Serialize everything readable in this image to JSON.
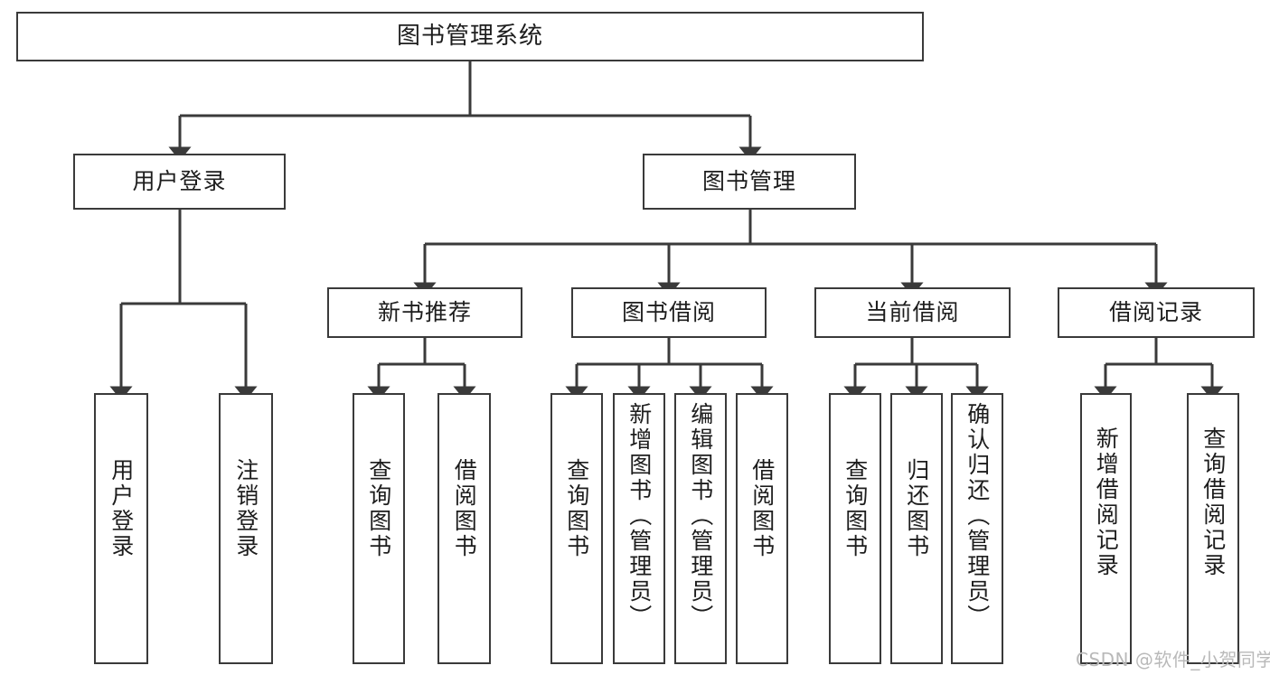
{
  "diagram": {
    "type": "tree-hierarchy-flowchart",
    "title": "图书管理系统",
    "stroke_color": "#3a3a3a",
    "fill_color": "#ffffff",
    "text_color": "#1d1d1d",
    "watermark": "CSDN @软件_小贺同学"
  },
  "nodes": {
    "root": {
      "label": "图书管理系统"
    },
    "level1": [
      {
        "id": "user-login",
        "label": "用户登录"
      },
      {
        "id": "book-management",
        "label": "图书管理"
      }
    ],
    "level2": [
      {
        "id": "new-book-recommend",
        "label": "新书推荐"
      },
      {
        "id": "book-borrow",
        "label": "图书借阅"
      },
      {
        "id": "current-borrow",
        "label": "当前借阅"
      },
      {
        "id": "borrow-record",
        "label": "借阅记录"
      }
    ],
    "leaves": {
      "user_login": [
        {
          "id": "leaf-user-login",
          "label": "用户登录"
        },
        {
          "id": "leaf-logout-login",
          "label": "注销登录"
        }
      ],
      "new_book_recommend": [
        {
          "id": "leaf-query-book-1",
          "label": "查询图书"
        },
        {
          "id": "leaf-borrow-book-1",
          "label": "借阅图书"
        }
      ],
      "book_borrow": [
        {
          "id": "leaf-query-book-2",
          "label": "查询图书"
        },
        {
          "id": "leaf-add-book-admin",
          "label": "新增图书（管理员）"
        },
        {
          "id": "leaf-edit-book-admin",
          "label": "编辑图书（管理员）"
        },
        {
          "id": "leaf-borrow-book-2",
          "label": "借阅图书"
        }
      ],
      "current_borrow": [
        {
          "id": "leaf-query-book-3",
          "label": "查询图书"
        },
        {
          "id": "leaf-return-book",
          "label": "归还图书"
        },
        {
          "id": "leaf-confirm-return-admin",
          "label": "确认归还（管理员）"
        }
      ],
      "borrow_record": [
        {
          "id": "leaf-add-borrow-record",
          "label": "新增借阅记录"
        },
        {
          "id": "leaf-query-borrow-record",
          "label": "查询借阅记录"
        }
      ]
    }
  }
}
